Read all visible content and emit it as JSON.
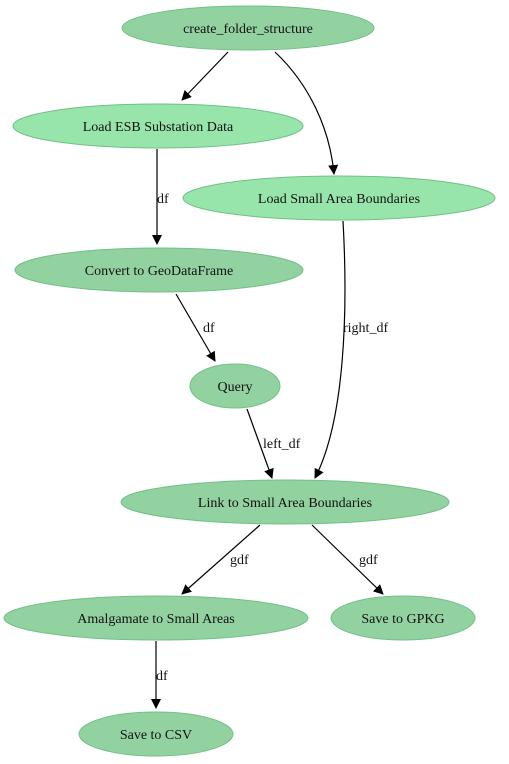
{
  "colors": {
    "node_fill_dark": "#92d2a0",
    "node_fill_light": "#98e5ab",
    "node_stroke": "#6fc187",
    "edge": "#000000"
  },
  "nodes": {
    "create_folder_structure": {
      "label": "create_folder_structure",
      "fill": "#92d2a0"
    },
    "load_esb": {
      "label": "Load ESB Substation Data",
      "fill": "#98e5ab"
    },
    "load_small_area": {
      "label": "Load Small Area Boundaries",
      "fill": "#98e5ab"
    },
    "convert_gdf": {
      "label": "Convert to GeoDataFrame",
      "fill": "#92d2a0"
    },
    "query": {
      "label": "Query",
      "fill": "#92d2a0"
    },
    "link_small_area": {
      "label": "Link to Small Area Boundaries",
      "fill": "#92d2a0"
    },
    "amalgamate": {
      "label": "Amalgamate to Small Areas",
      "fill": "#92d2a0"
    },
    "save_gpkg": {
      "label": "Save to GPKG",
      "fill": "#92d2a0"
    },
    "save_csv": {
      "label": "Save to CSV",
      "fill": "#92d2a0"
    }
  },
  "edges": [
    {
      "from": "create_folder_structure",
      "to": "load_esb",
      "label": ""
    },
    {
      "from": "create_folder_structure",
      "to": "load_small_area",
      "label": ""
    },
    {
      "from": "load_esb",
      "to": "convert_gdf",
      "label": "df"
    },
    {
      "from": "convert_gdf",
      "to": "query",
      "label": "df"
    },
    {
      "from": "query",
      "to": "link_small_area",
      "label": "left_df"
    },
    {
      "from": "load_small_area",
      "to": "link_small_area",
      "label": "right_df"
    },
    {
      "from": "link_small_area",
      "to": "amalgamate",
      "label": "gdf"
    },
    {
      "from": "link_small_area",
      "to": "save_gpkg",
      "label": "gdf"
    },
    {
      "from": "amalgamate",
      "to": "save_csv",
      "label": "df"
    }
  ]
}
